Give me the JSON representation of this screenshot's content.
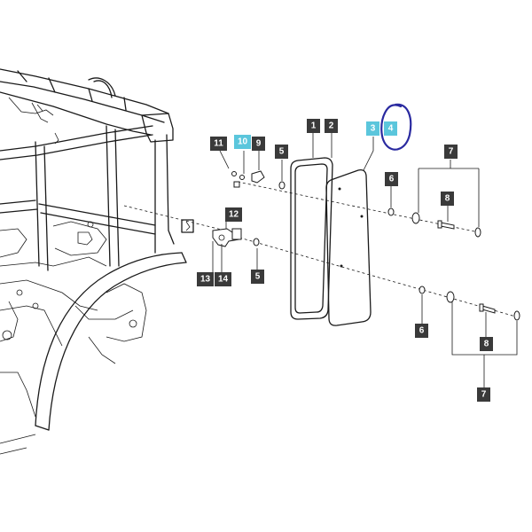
{
  "callouts": [
    {
      "label": "1",
      "highlight": false
    },
    {
      "label": "2",
      "highlight": false
    },
    {
      "label": "3",
      "highlight": true
    },
    {
      "label": "4",
      "highlight": true
    },
    {
      "label": "5",
      "highlight": false
    },
    {
      "label": "5",
      "highlight": false
    },
    {
      "label": "6",
      "highlight": false
    },
    {
      "label": "6",
      "highlight": false
    },
    {
      "label": "7",
      "highlight": false
    },
    {
      "label": "7",
      "highlight": false
    },
    {
      "label": "8",
      "highlight": false
    },
    {
      "label": "8",
      "highlight": false
    },
    {
      "label": "9",
      "highlight": false
    },
    {
      "label": "10",
      "highlight": true
    },
    {
      "label": "11",
      "highlight": false
    },
    {
      "label": "12",
      "highlight": false
    },
    {
      "label": "13",
      "highlight": false
    },
    {
      "label": "14",
      "highlight": false
    }
  ],
  "colors": {
    "callout_default": "#3a3a3a",
    "callout_highlight": "#5bc6dc",
    "marker_circle": "#2a2aa0",
    "line": "#1a1a1a"
  }
}
